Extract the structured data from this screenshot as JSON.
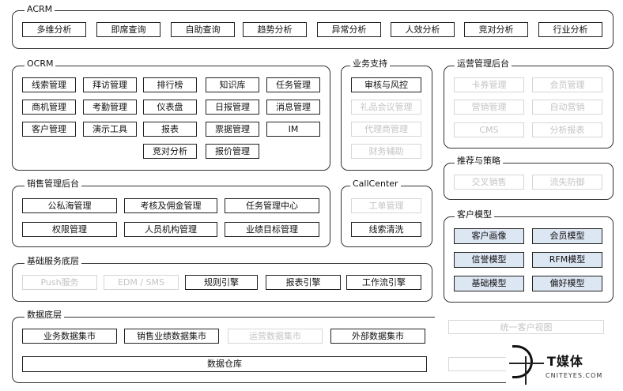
{
  "acrm": {
    "title": "ACRM",
    "items": [
      "多维分析",
      "即席查询",
      "自助查询",
      "趋势分析",
      "异常分析",
      "人效分析",
      "竞对分析",
      "行业分析"
    ]
  },
  "ocrm": {
    "title": "OCRM",
    "rows": [
      [
        "线索管理",
        "拜访管理",
        "排行榜",
        "知识库",
        "任务管理"
      ],
      [
        "商机管理",
        "考勤管理",
        "仪表盘",
        "日报管理",
        "消息管理"
      ],
      [
        "客户管理",
        "演示工具",
        "报表",
        "票据管理",
        "IM"
      ],
      [
        "竞对分析",
        "报价管理"
      ]
    ]
  },
  "business_support": {
    "title": "业务支持",
    "items": [
      "审核与风控",
      "礼品会议管理",
      "代理商管理",
      "财务辅助"
    ]
  },
  "ops_backend": {
    "title": "运营管理后台",
    "items": [
      "卡券管理",
      "会员管理",
      "营销管理",
      "自动营销",
      "CMS",
      "分析报表"
    ]
  },
  "sales_backend": {
    "title": "销售管理后台",
    "items": [
      "公私海管理",
      "考核及佣金管理",
      "任务管理中心",
      "权限管理",
      "人员机构管理",
      "业绩目标管理"
    ]
  },
  "callcenter": {
    "title": "CallCenter",
    "items": [
      "工单管理",
      "线索清洗"
    ]
  },
  "recommend": {
    "title": "推荐与策略",
    "items": [
      "交叉销售",
      "流失防御"
    ]
  },
  "customer_model": {
    "title": "客户模型",
    "items": [
      "客户画像",
      "会员模型",
      "信誉模型",
      "RFM模型",
      "基础模型",
      "偏好模型"
    ]
  },
  "base_services": {
    "title": "基础服务底层",
    "items": [
      "Push服务",
      "EDM / SMS",
      "规则引擎",
      "报表引擎",
      "工作流引擎"
    ]
  },
  "data_layer": {
    "title": "数据底层",
    "items": [
      "业务数据集市",
      "销售业绩数据集市",
      "运营数据集市",
      "外部数据集市"
    ],
    "warehouse": "数据仓库"
  },
  "unified_view": "统一客户视图",
  "watermark": {
    "brand": "T媒体",
    "site": "CNITEYES.COM"
  }
}
